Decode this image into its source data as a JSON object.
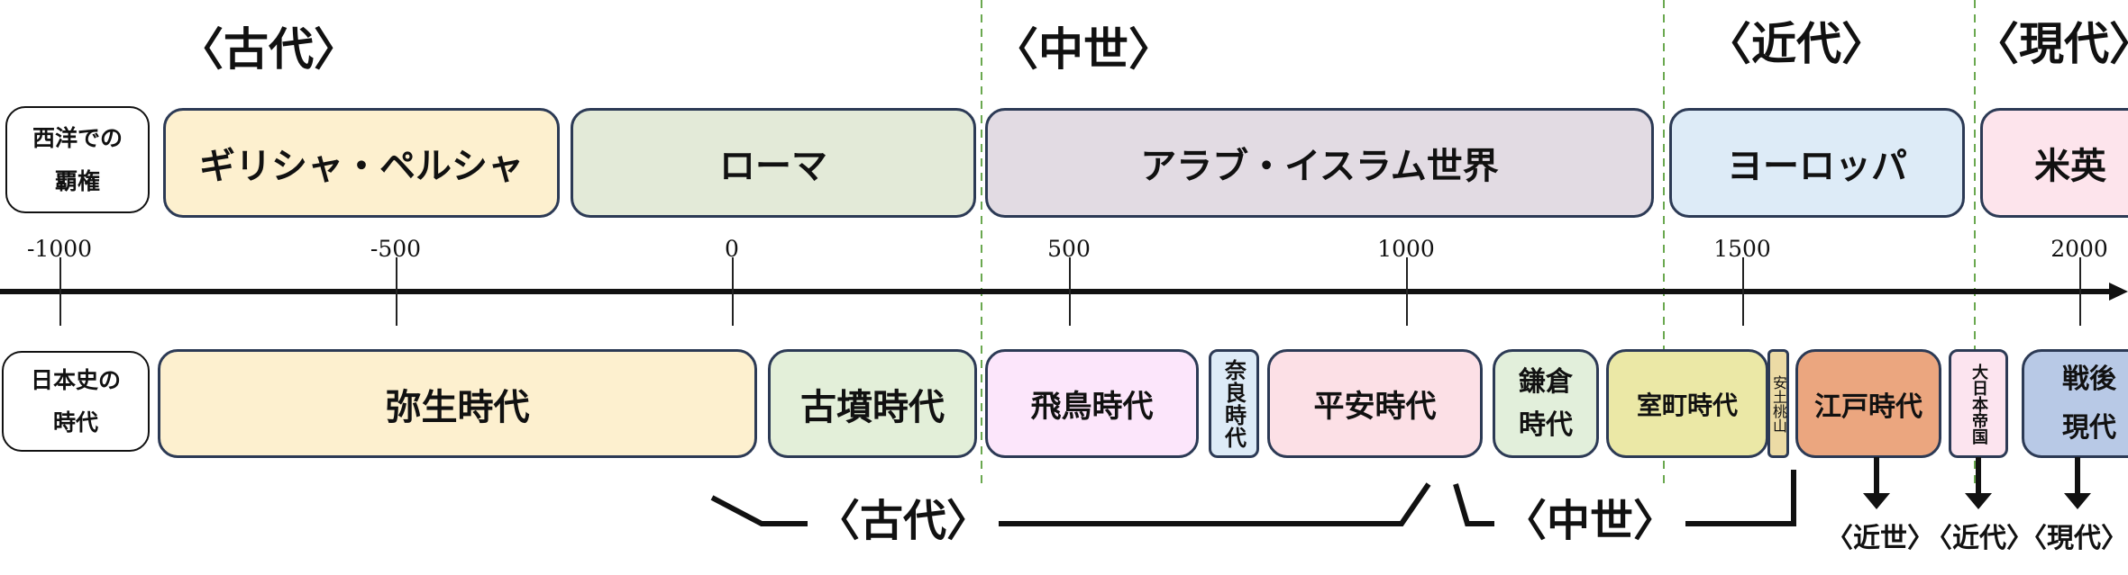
{
  "west_eras": {
    "ancient": "〈古代〉",
    "medieval": "〈中世〉",
    "modern": "〈近代〉",
    "contemporary": "〈現代〉"
  },
  "west_label": "西洋での\n覇権",
  "west_powers": [
    {
      "label": "ギリシャ・ペルシャ",
      "color": "#fdf0cf"
    },
    {
      "label": "ローマ",
      "color": "#e3ead8"
    },
    {
      "label": "アラブ・イスラム世界",
      "color": "#e2dbe3"
    },
    {
      "label": "ヨーロッパ",
      "color": "#ddebf7"
    },
    {
      "label": "米英",
      "color": "#fde4ec"
    }
  ],
  "timeline_ticks": [
    "-1000",
    "-500",
    "0",
    "500",
    "1000",
    "1500",
    "2000"
  ],
  "japan_label": "日本史の\n時代",
  "japan_periods": [
    {
      "label": "弥生時代",
      "color": "#fdf0cf"
    },
    {
      "label": "古墳時代",
      "color": "#e3efd9"
    },
    {
      "label": "飛鳥時代",
      "color": "#fce6fb"
    },
    {
      "label": "奈良時代",
      "color": "#ddebf7"
    },
    {
      "label": "平安時代",
      "color": "#fce0e6"
    },
    {
      "label": "鎌倉\n時代",
      "color": "#e2efdb"
    },
    {
      "label": "室町時代",
      "color": "#ebe8a6"
    },
    {
      "label": "安土桃山",
      "color": "#ecdba5"
    },
    {
      "label": "江戸時代",
      "color": "#eba67f"
    },
    {
      "label": "大日本帝国",
      "color": "#fce4ef"
    },
    {
      "label": "戦後\n現代",
      "color": "#b8c9e6"
    }
  ],
  "japan_eras": {
    "ancient": "〈古代〉",
    "medieval": "〈中世〉",
    "early_modern": "〈近世〉",
    "modern": "〈近代〉",
    "contemporary": "〈現代〉"
  }
}
